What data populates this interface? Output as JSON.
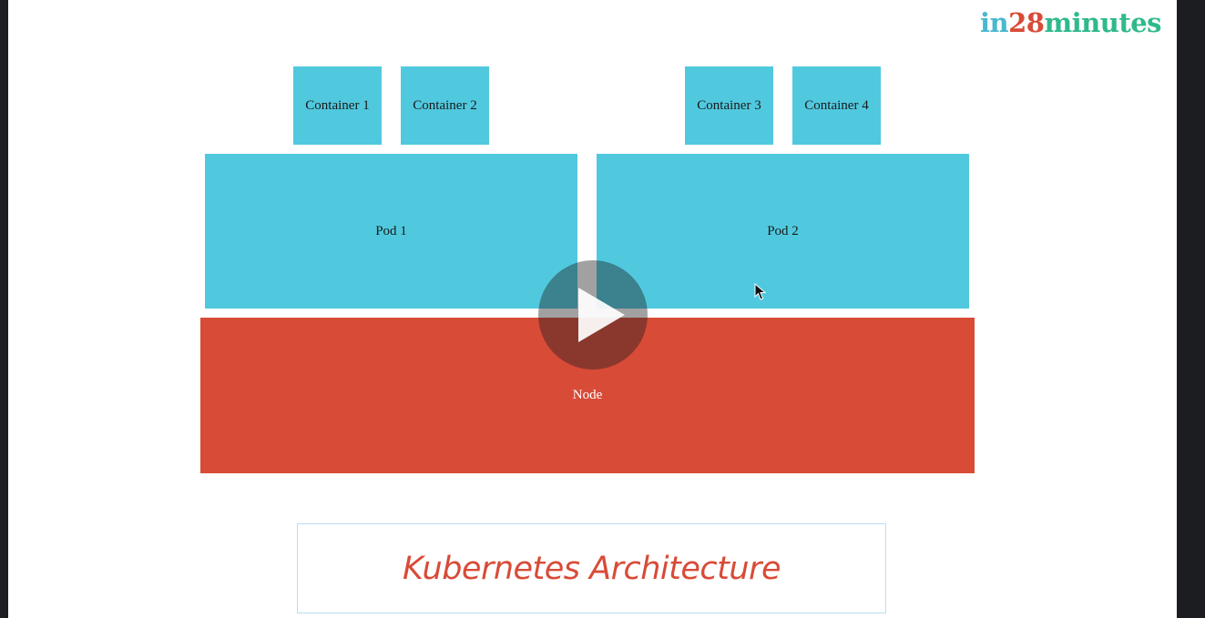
{
  "logo": {
    "part1": "in",
    "part2": "28",
    "part3": "minutes"
  },
  "diagram": {
    "containers": [
      "Container 1",
      "Container 2",
      "Container 3",
      "Container 4"
    ],
    "pods": [
      "Pod 1",
      "Pod 2"
    ],
    "node": "Node"
  },
  "title": "Kubernetes Architecture",
  "icons": {
    "play": "play-icon",
    "cursor": "mouse-pointer-icon"
  },
  "colors": {
    "blue": "#50c9df",
    "red": "#d84b37",
    "logo_in": "#4ab8cf",
    "logo_num": "#d84b37",
    "logo_minutes": "#2fb98c",
    "frame": "#1c1d20"
  }
}
